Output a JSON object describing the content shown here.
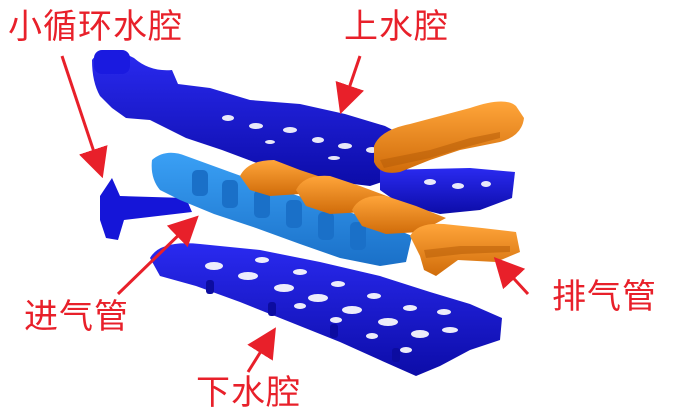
{
  "labels": {
    "small_circulation_cavity": "小循环水腔",
    "upper_water_jacket": "上水腔",
    "intake_manifold": "进气管",
    "exhaust_manifold": "排气管",
    "lower_water_jacket": "下水腔"
  },
  "colors": {
    "annotation_red": "#e8202a",
    "water_jacket_blue": "#1515d8",
    "water_jacket_dark_blue": "#0c0ca0",
    "intake_light_blue": "#2a8de6",
    "exhaust_orange": "#f08a14",
    "exhaust_dark_orange": "#b85e08"
  },
  "icons": {
    "pointer_arrows": "red-arrow"
  }
}
